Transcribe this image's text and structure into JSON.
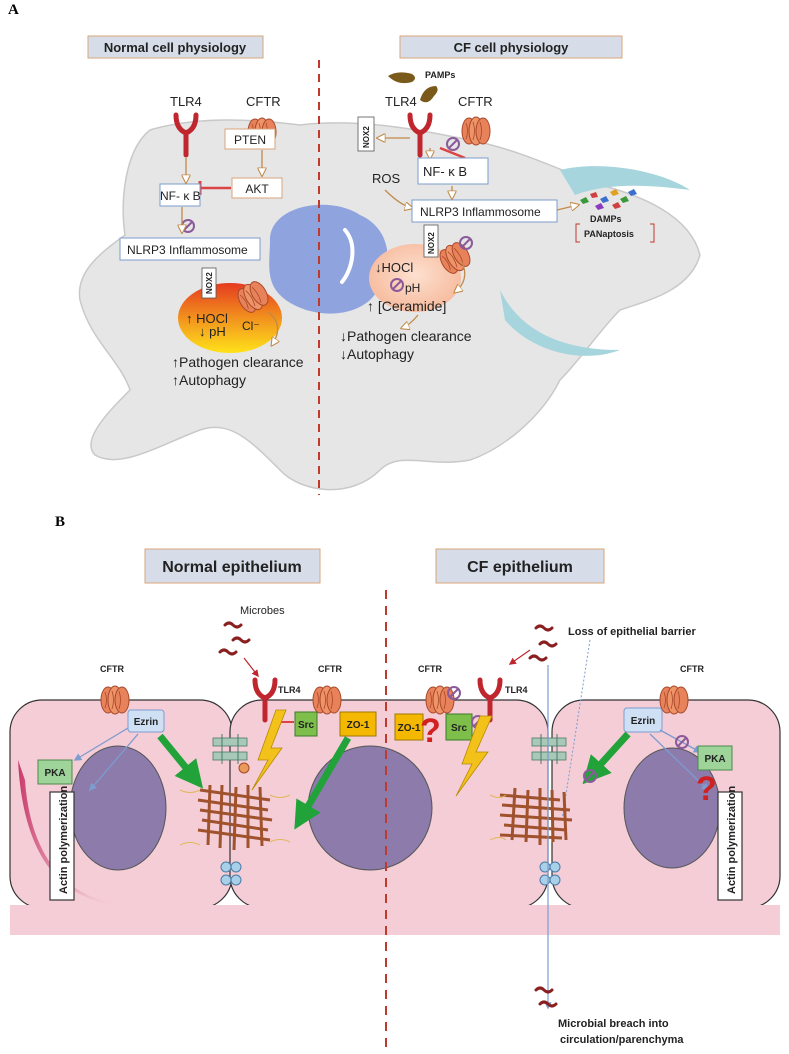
{
  "panel_a": {
    "letter": "A",
    "normal_title": "Normal cell physiology",
    "cf_title": "CF cell physiology",
    "normal": {
      "tlr4": "TLR4",
      "cftr": "CFTR",
      "pten": "PTEN",
      "akt": "AKT",
      "nfkb": "NF- κ B",
      "nlrp3": "NLRP3 Inflammosome",
      "nox2": "NOX2",
      "hocl": "↑ HOCl",
      "ph": "↓ pH",
      "cl": "Cl⁻",
      "outcome1": "↑Pathogen clearance",
      "outcome2": "↑Autophagy"
    },
    "cf": {
      "pamps": "PAMPs",
      "tlr4": "TLR4",
      "cftr": "CFTR",
      "nox2_top": "NOX2",
      "ros": "ROS",
      "nfkb": "NF- κ B",
      "nlrp3": "NLRP3 Inflammosome",
      "damps": "DAMPs",
      "panaptosis": "PANaptosis",
      "nox2": "NOX2",
      "hocl": "↓HOCl",
      "ph": "pH",
      "ceramide": "↑ [Ceramide]",
      "outcome1": "↓Pathogen clearance",
      "outcome2": "↓Autophagy"
    }
  },
  "panel_b": {
    "letter": "B",
    "normal_title": "Normal epithelium",
    "cf_title": "CF epithelium",
    "microbes": "Microbes",
    "loss_barrier": "Loss of epithelial barrier",
    "cftr": "CFTR",
    "tlr4": "TLR4",
    "ezrin": "Ezrin",
    "pka": "PKA",
    "actin": "Actin polymerization",
    "src": "Src",
    "zo1": "ZO-1",
    "breach_line1": "Microbial breach into",
    "breach_line2": "circulation/parenchyma"
  },
  "colors": {
    "cell_gray": "#e6e6e6",
    "nucleus_blue": "#8fa3df",
    "epithelium_pink": "#f4cdd6",
    "nucleus_purple": "#8c7bab",
    "title_box": "#d6dde8",
    "divider_red": "#c0392b",
    "green_arrow": "#22a33a",
    "cftr_orange": "#e8825a",
    "tlr4_red": "#c0262d",
    "src_green": "#7dbf4a",
    "zo1_yellow": "#f5b800",
    "pka_green": "#9ed39a",
    "ezrin_blue": "#cfe0f5"
  }
}
